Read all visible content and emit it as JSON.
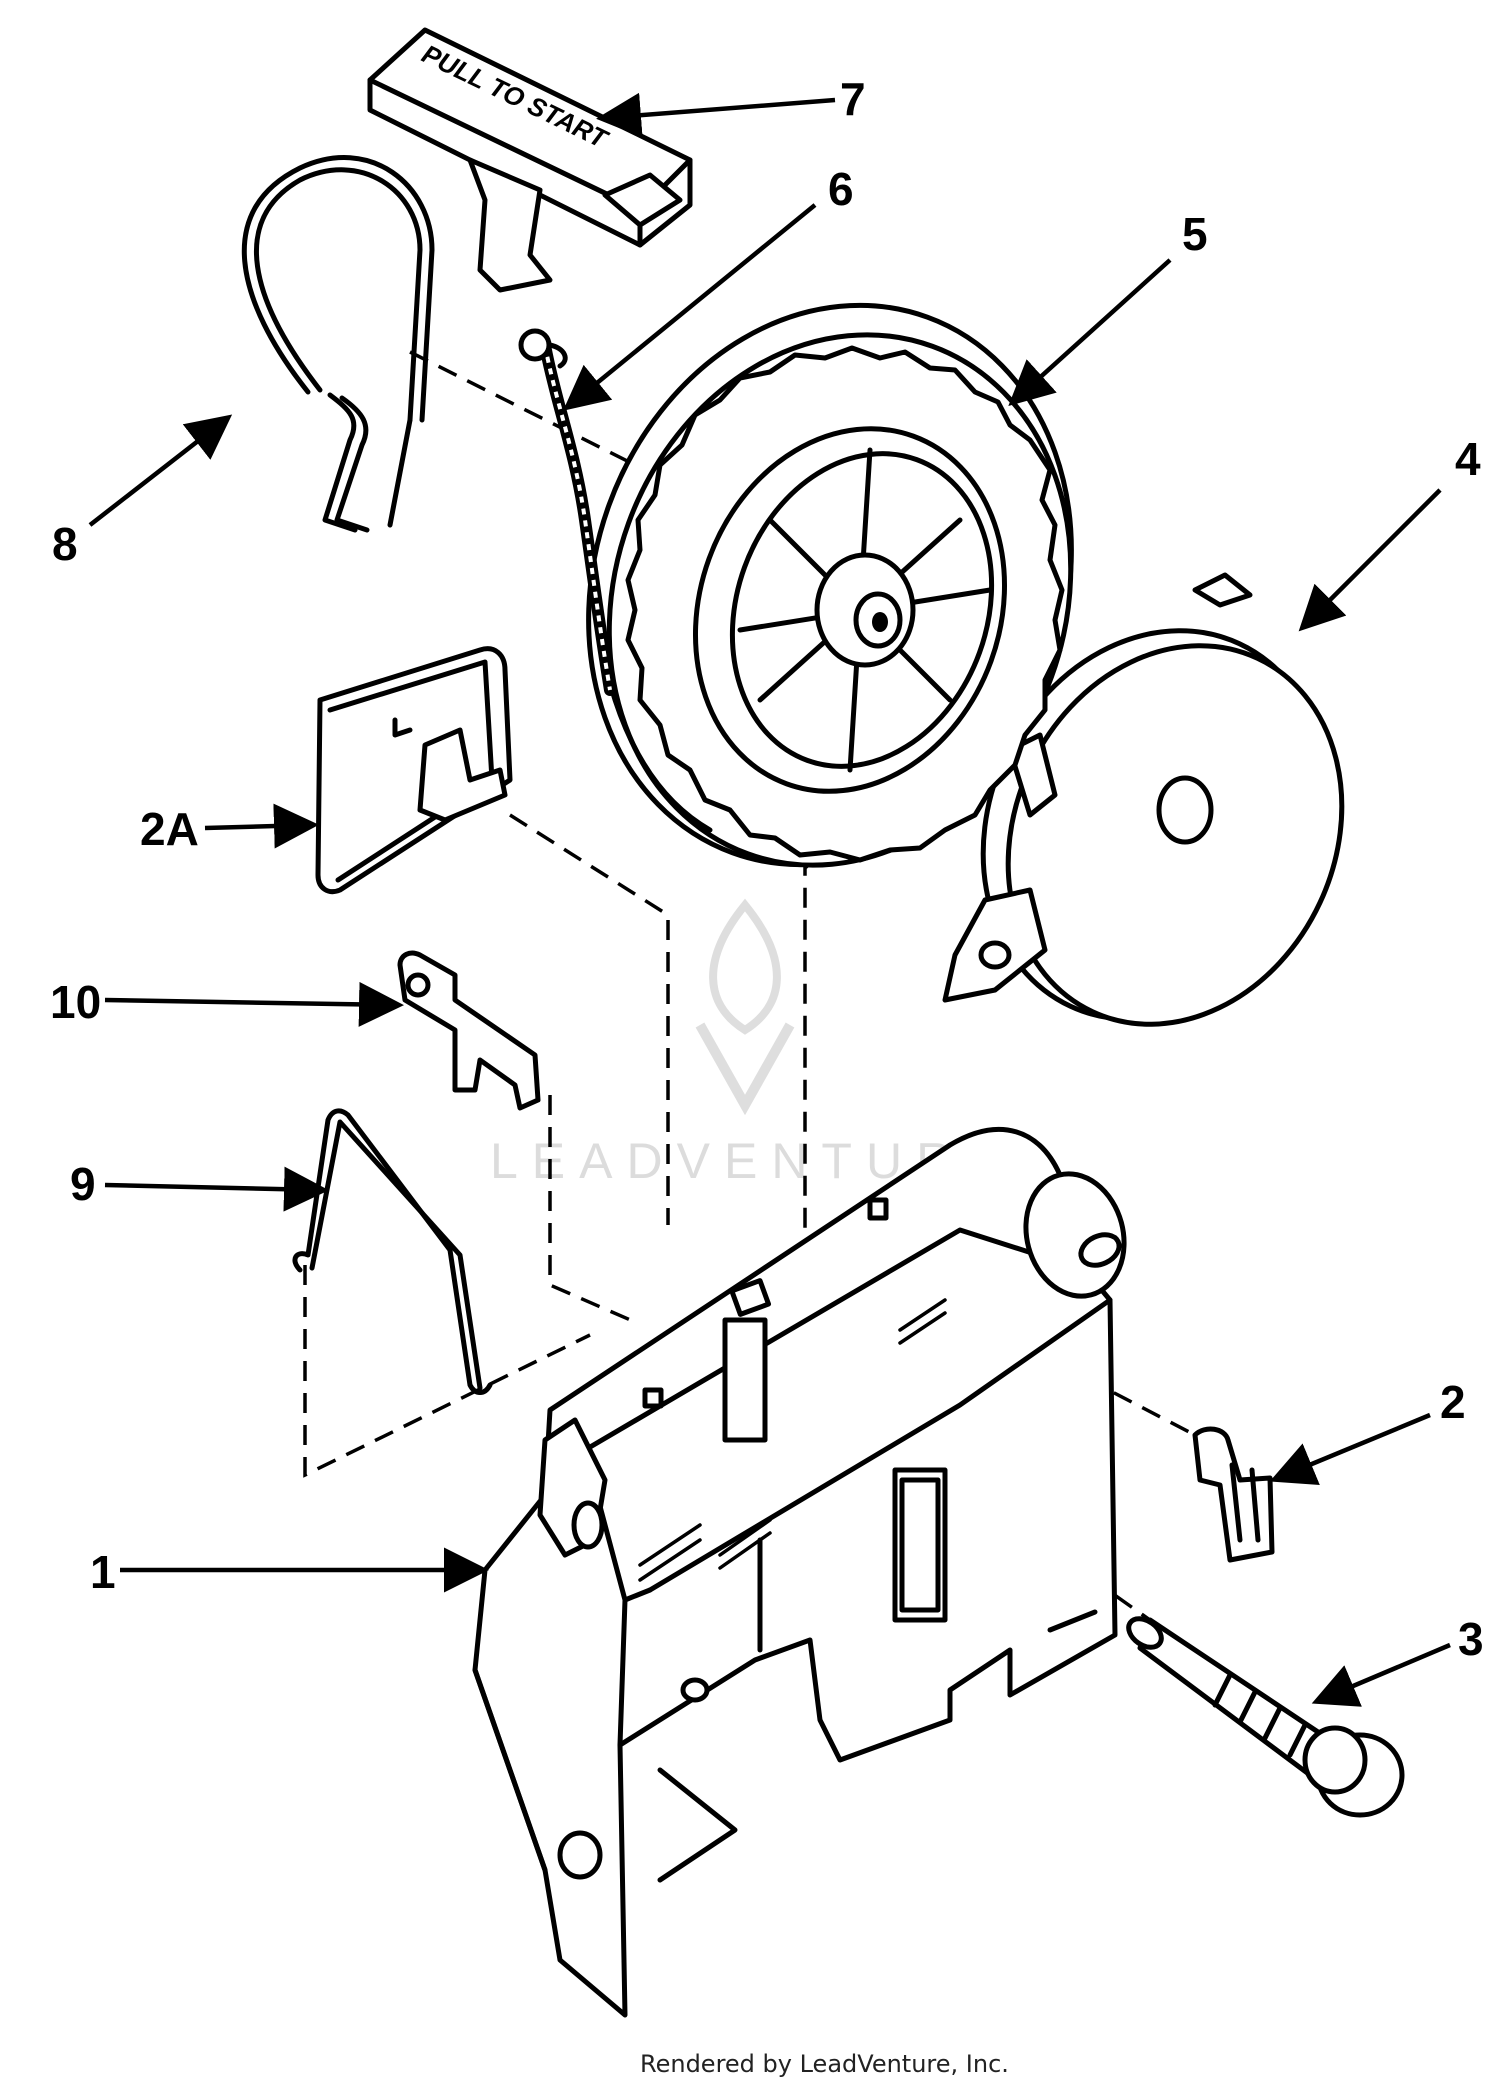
{
  "diagram": {
    "handle_text": "PULL TO START",
    "watermark_text": "LEADVENTURE",
    "credit": "Rendered by LeadVenture, Inc.",
    "callouts": [
      {
        "id": "1",
        "label": "1"
      },
      {
        "id": "2",
        "label": "2"
      },
      {
        "id": "2a",
        "label": "2A"
      },
      {
        "id": "3",
        "label": "3"
      },
      {
        "id": "4",
        "label": "4"
      },
      {
        "id": "5",
        "label": "5"
      },
      {
        "id": "6",
        "label": "6"
      },
      {
        "id": "7",
        "label": "7"
      },
      {
        "id": "8",
        "label": "8"
      },
      {
        "id": "9",
        "label": "9"
      },
      {
        "id": "10",
        "label": "10"
      }
    ]
  }
}
